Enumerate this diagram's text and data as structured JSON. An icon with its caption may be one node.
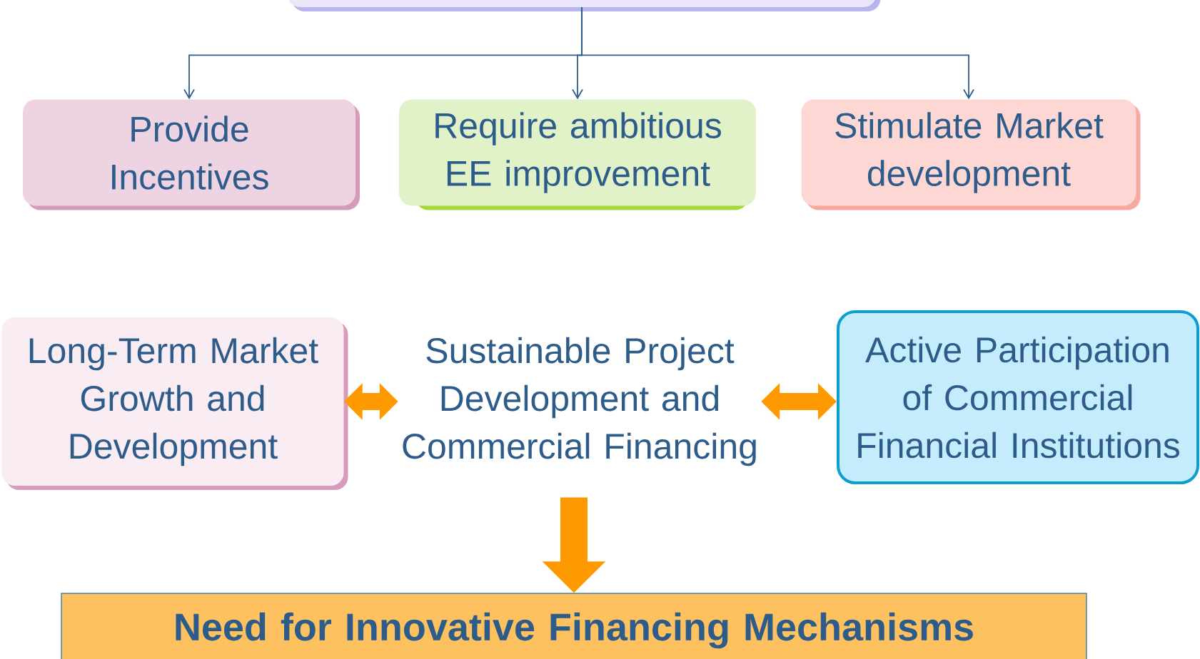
{
  "diagram": {
    "nodes": [
      {
        "text": [],
        "shape": "box"
      },
      {
        "text": [
          "Provide Incentives"
        ]
      },
      {
        "text": [
          "Require ambitious EE improvement"
        ]
      },
      {
        "text": [
          "Stimulate Market development"
        ]
      },
      {
        "text": [
          "Long-Term Market Growth and Development"
        ]
      },
      {
        "text": [
          "Sustainable Project Development  and Commercial Financing"
        ]
      },
      {
        "text": [
          "Active Participation of Commercial Financial Institutions"
        ]
      },
      {
        "text": [
          "Need for Innovative Financing Mechanisms"
        ]
      }
    ],
    "edges": [
      {
        "from": 0,
        "to": 1,
        "arrow": "to"
      },
      {
        "from": 0,
        "to": 2,
        "arrow": "to"
      },
      {
        "from": 0,
        "to": 3,
        "arrow": "to"
      },
      {
        "from": 4,
        "to": 5,
        "arrow": "both",
        "style": "thick",
        "color": "#ff9900"
      },
      {
        "from": 5,
        "to": 6,
        "arrow": "both",
        "style": "thick",
        "color": "#ff9900"
      },
      {
        "from": 5,
        "to": 7,
        "arrow": "to",
        "style": "thick",
        "color": "#ff9900"
      }
    ]
  }
}
